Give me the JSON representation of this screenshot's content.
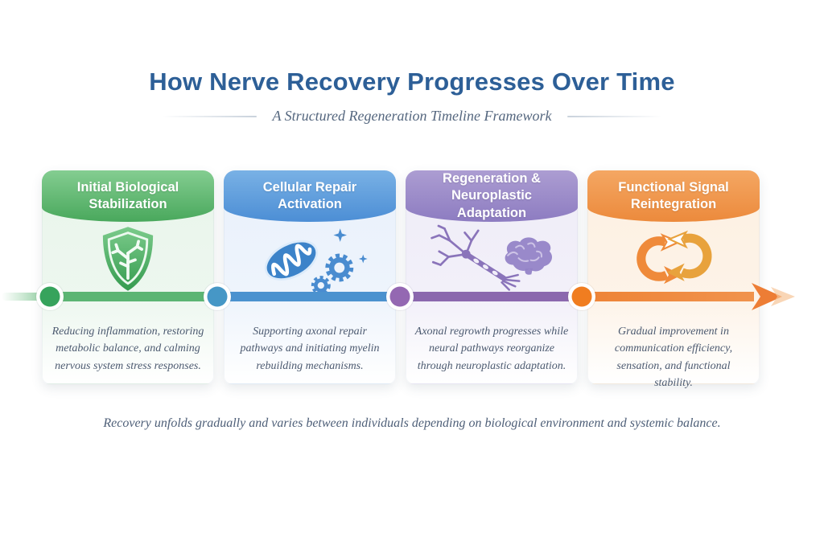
{
  "header": {
    "title": "How Nerve Recovery Progresses Over Time",
    "subtitle": "A Structured Regeneration Timeline Framework"
  },
  "stages": [
    {
      "title": "Initial Biological Stabilization",
      "description": "Reducing inflammation, restoring metabolic balance, and calming nervous system stress responses.",
      "icon": "shield-neuron-icon",
      "accent_color": "#49a85c",
      "dot_color": "#36a35c",
      "segment_color": "#5cb573"
    },
    {
      "title": "Cellular Repair Activation",
      "description": "Supporting axonal repair pathways and initiating myelin rebuilding mechanisms.",
      "icon": "mitochondria-gears-icon",
      "accent_color": "#4c8ed5",
      "dot_color": "#4697c6",
      "segment_color": "#4b92cf"
    },
    {
      "title": "Regeneration & Neuroplastic Adaptation",
      "description": "Axonal regrowth progresses while neural pathways reorganize through neuroplastic adaptation.",
      "icon": "neuron-brain-icon",
      "accent_color": "#8d7cc1",
      "dot_color": "#9468b2",
      "segment_color": "#8b68ae"
    },
    {
      "title": "Functional Signal Reintegration",
      "description": "Gradual improvement in communication efficiency, sensation, and functional stability.",
      "icon": "cycle-arrows-icon",
      "accent_color": "#ec8a3c",
      "dot_color": "#f07d20",
      "segment_color": "#ee8336"
    }
  ],
  "timeline": {
    "direction": "left-to-right",
    "arrow_color": "#ed7d35"
  },
  "footer": {
    "note": "Recovery unfolds gradually and varies between individuals depending on biological environment and systemic balance."
  },
  "colors": {
    "title_text": "#2d5f97",
    "subtitle_text": "#55677f",
    "description_text": "#4c5a70"
  }
}
